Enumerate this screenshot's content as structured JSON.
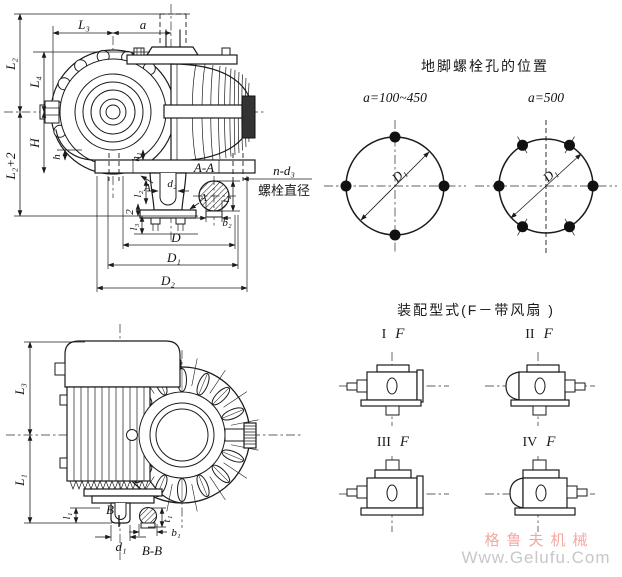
{
  "page": {
    "background": "#ffffff",
    "line_color": "#1b1b1b"
  },
  "side_view_top": {
    "dims": {
      "L3": "L₃",
      "a": "a",
      "L2": "L₂",
      "L2_plus_2": "L₂+2",
      "L4": "L₄",
      "H": "H",
      "h": "h",
      "h1": "h₁",
      "l2": "l₂",
      "gap2": "2",
      "l3": "l₃",
      "d2": "d₂",
      "t2": "t₂",
      "b2": "b₂",
      "D": "D",
      "D1": "D₁",
      "D2": "D₂"
    },
    "section": {
      "label": "A-A",
      "arrow_upper": "A",
      "arrow_lower": "A"
    },
    "callout": {
      "n_d3": "n-d₃",
      "note": "螺栓直径"
    }
  },
  "front_view_bottom": {
    "dims": {
      "L3": "L₃",
      "L1": "L₁",
      "l1": "l₁",
      "t1": "t₁",
      "b1": "b₁",
      "d1": "d₁"
    },
    "section": {
      "plane": "B",
      "label": "B-B"
    }
  },
  "bolt_hole_panel": {
    "title": "地脚螺栓孔的位置",
    "figures": [
      {
        "label": "a=100~450",
        "diameter_label": "D₁",
        "bolts": 4
      },
      {
        "label": "a=500",
        "diameter_label": "D₁",
        "bolts": 6
      }
    ]
  },
  "assembly_panel": {
    "title": "装配型式(F－带风扇 )",
    "types": [
      {
        "numeral": "I",
        "suffix": "F"
      },
      {
        "numeral": "II",
        "suffix": "F"
      },
      {
        "numeral": "III",
        "suffix": "F"
      },
      {
        "numeral": "IV",
        "suffix": "F"
      }
    ]
  },
  "watermark": {
    "brand": "格鲁夫机械",
    "url": "Www.Gelufu.Com",
    "brand_color": "#f3a9a2",
    "url_color": "#c7c7c7"
  }
}
